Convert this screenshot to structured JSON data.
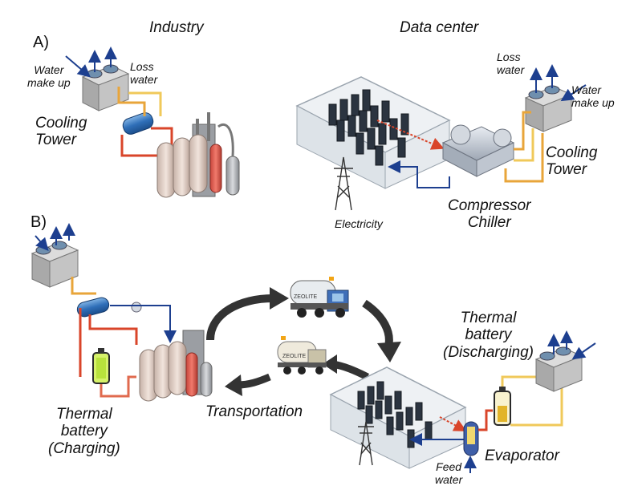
{
  "section_a": {
    "tag": "A)",
    "industry_title": "Industry",
    "datacenter_title": "Data center",
    "industry": {
      "water_make_up": [
        "Water",
        "make up"
      ],
      "loss_water": [
        "Loss",
        "water"
      ],
      "cooling_tower": [
        "Cooling",
        "Tower"
      ]
    },
    "datacenter": {
      "loss_water": [
        "Loss",
        "water"
      ],
      "water_make_up": [
        "Water",
        "make up"
      ],
      "cooling_tower": [
        "Cooling",
        "Tower"
      ],
      "compressor_chiller": [
        "Compressor",
        "Chiller"
      ],
      "electricity": "Electricity"
    }
  },
  "section_b": {
    "tag": "B)",
    "truck_label": "ZEOLITE",
    "thermal_battery_discharging": [
      "Thermal",
      "battery",
      "(Discharging)"
    ],
    "thermal_battery_charging": [
      "Thermal",
      "battery",
      "(Charging)"
    ],
    "transportation": "Transportation",
    "evaporator": "Evaporator",
    "feed_water": [
      "Feed",
      "water"
    ]
  }
}
